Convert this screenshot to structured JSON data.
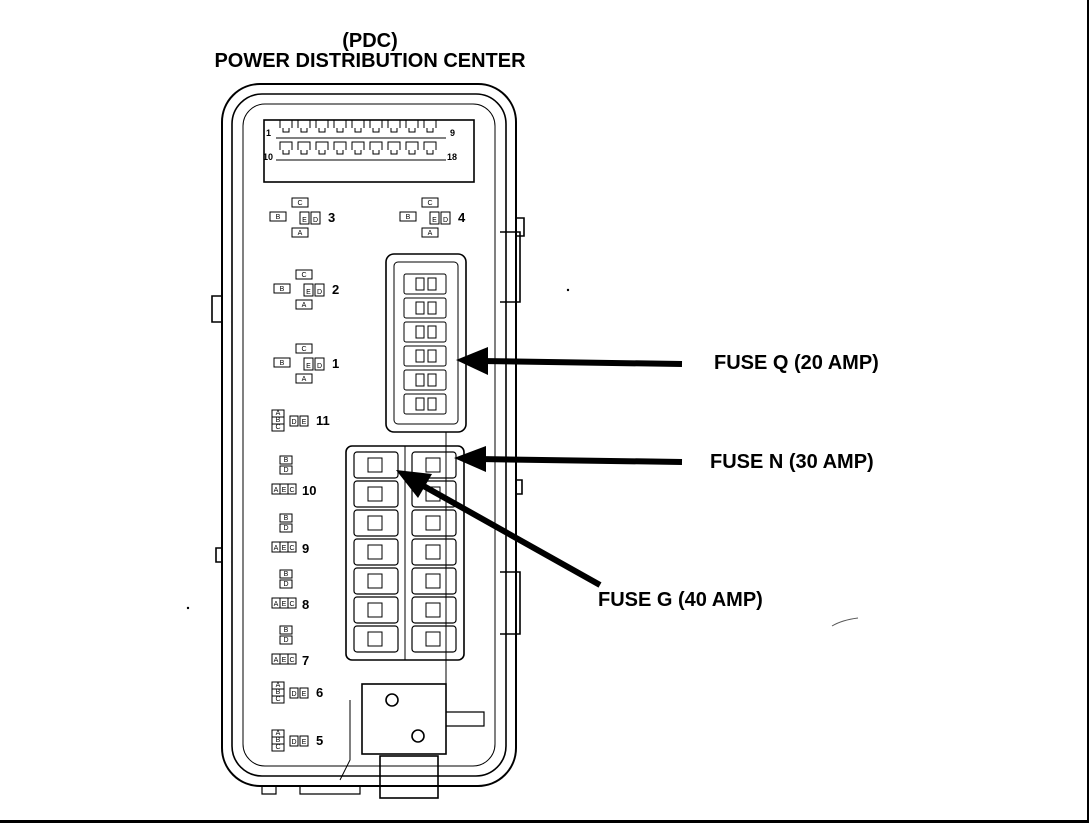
{
  "header": {
    "abbrev": "(PDC)",
    "title": "POWER DISTRIBUTION CENTER"
  },
  "connector": {
    "pins_top_left": "1",
    "pins_top_right": "9",
    "pins_bottom_left": "10",
    "pins_bottom_right": "18"
  },
  "relays": [
    {
      "id": "relay-3",
      "label": "3"
    },
    {
      "id": "relay-4",
      "label": "4"
    },
    {
      "id": "relay-2",
      "label": "2"
    },
    {
      "id": "relay-1",
      "label": "1"
    },
    {
      "id": "relay-11",
      "label": "11"
    },
    {
      "id": "relay-10",
      "label": "10"
    },
    {
      "id": "relay-9",
      "label": "9"
    },
    {
      "id": "relay-8",
      "label": "8"
    },
    {
      "id": "relay-7",
      "label": "7"
    },
    {
      "id": "relay-6",
      "label": "6"
    },
    {
      "id": "relay-5",
      "label": "5"
    }
  ],
  "pin_letters": {
    "a": "A",
    "b": "B",
    "c": "C",
    "d": "D",
    "e": "E"
  },
  "callouts": {
    "fuse_q": "FUSE Q (20 AMP)",
    "fuse_n": "FUSE N (30 AMP)",
    "fuse_g": "FUSE G (40 AMP)"
  },
  "colors": {
    "ink": "#000000",
    "background": "#ffffff"
  }
}
